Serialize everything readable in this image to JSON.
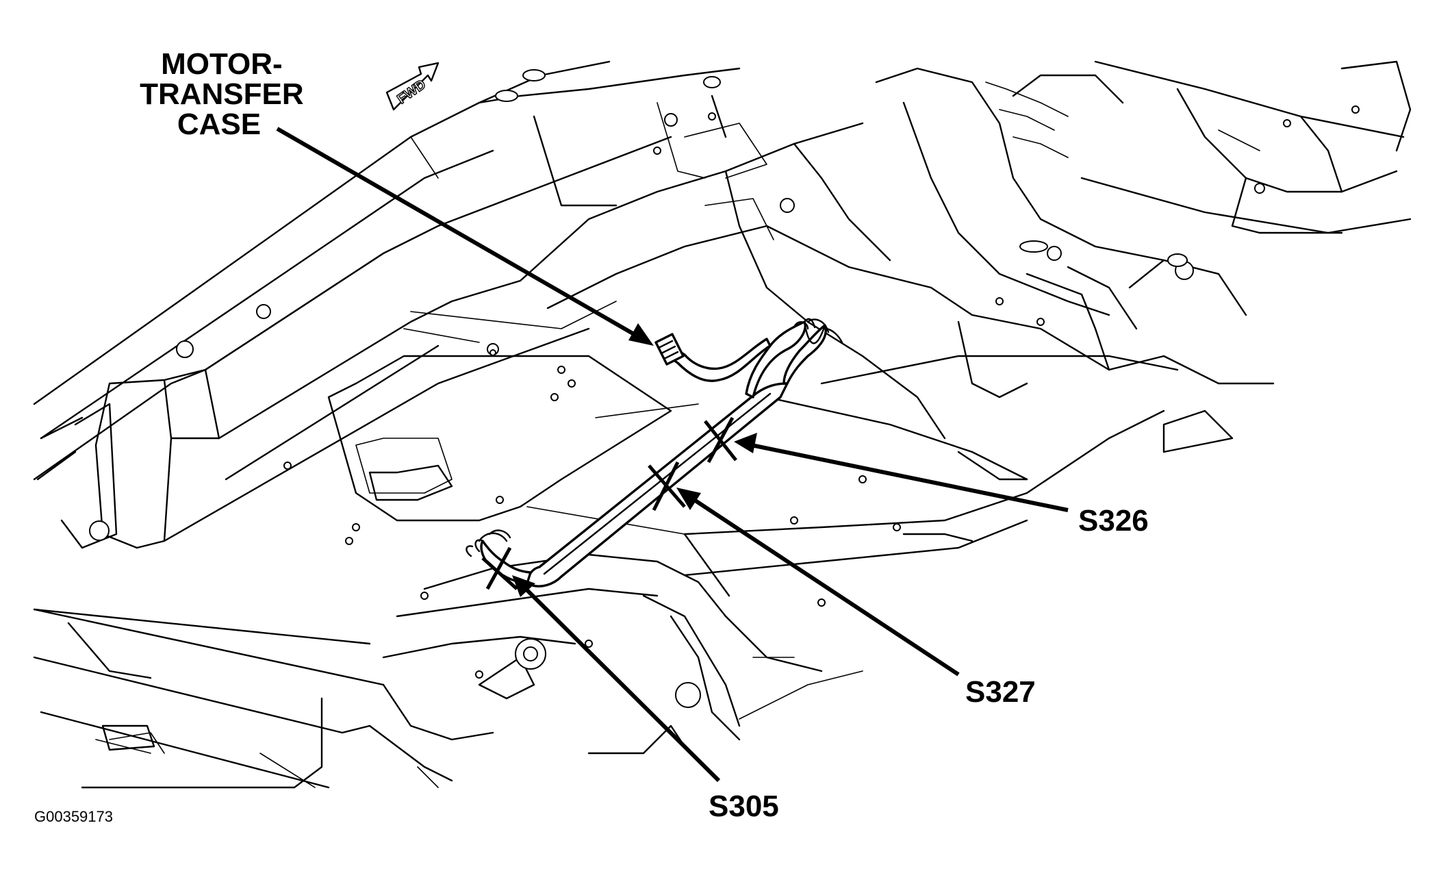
{
  "diagram": {
    "fwd_indicator": "FWD",
    "figure_id": "G00359173",
    "labels": {
      "motor_transfer_case": [
        "MOTOR-",
        "TRANSFER",
        "CASE"
      ],
      "s326": "S326",
      "s327": "S327",
      "s305": "S305"
    }
  }
}
